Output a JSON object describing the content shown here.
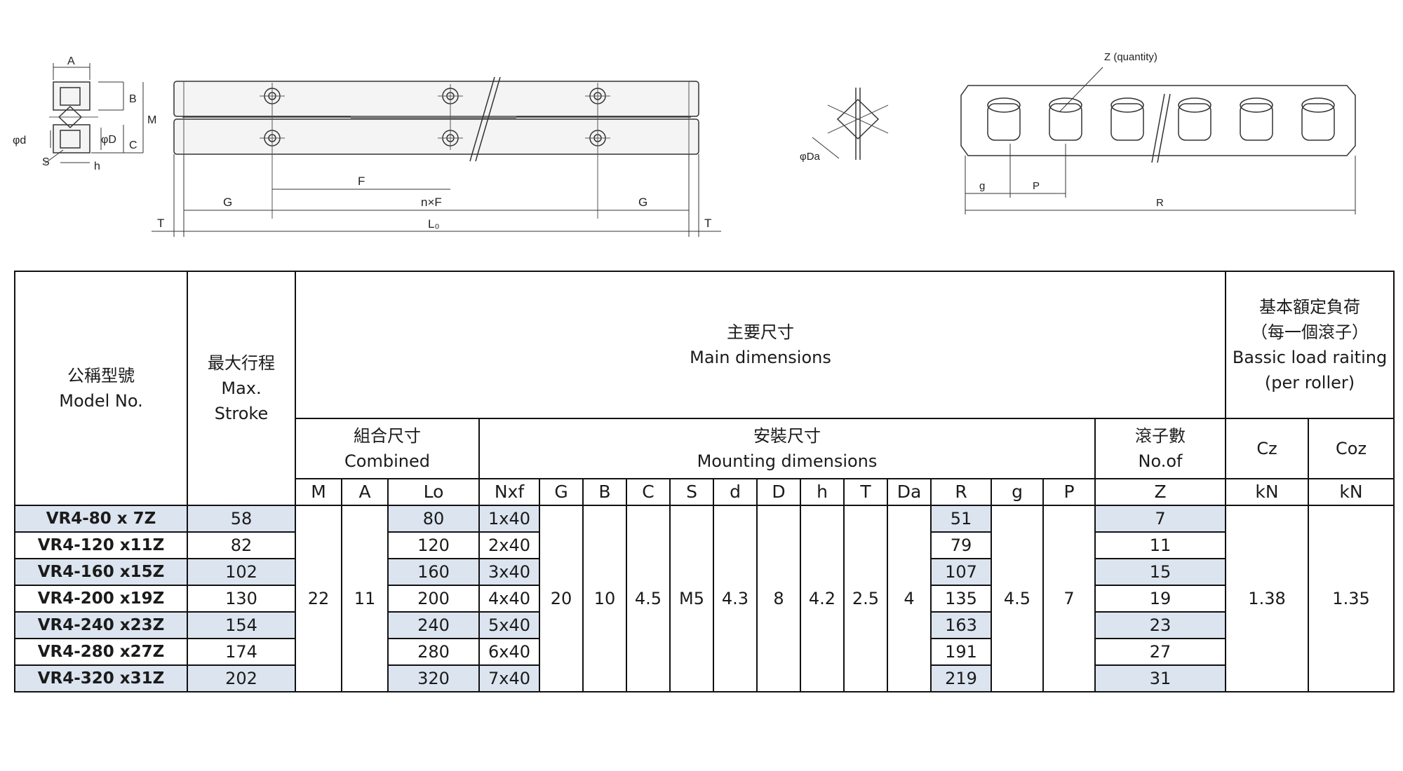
{
  "drawings": {
    "cross_section_labels": [
      "A",
      "B",
      "M",
      "C",
      "φd",
      "φD",
      "S",
      "h"
    ],
    "rail_labels": [
      "F",
      "G",
      "n×F",
      "G",
      "T",
      "L₀",
      "T"
    ],
    "roller_labels": [
      "φDa"
    ],
    "cage_labels": [
      "Z (quantity)",
      "g",
      "P",
      "R"
    ]
  },
  "table": {
    "header": {
      "model_zh": "公稱型號",
      "model_en": "Model No.",
      "stroke_zh": "最大行程",
      "stroke_en1": "Max.",
      "stroke_en2": "Stroke",
      "main_zh": "主要尺寸",
      "main_en": "Main dimensions",
      "load_zh1": "基本額定負荷",
      "load_zh2": "（每一個滾子）",
      "load_en1": "Bassic load raiting",
      "load_en2": "(per roller)",
      "combined_zh": "組合尺寸",
      "combined_en": "Combined",
      "mounting_zh": "安裝尺寸",
      "mounting_en": "Mounting dimensions",
      "rollers_zh": "滾子數",
      "rollers_en": "No.of",
      "cz": "Cz",
      "coz": "Coz"
    },
    "symbols": [
      "M",
      "A",
      "Lo",
      "Nxf",
      "G",
      "B",
      "C",
      "S",
      "d",
      "D",
      "h",
      "T",
      "Da",
      "R",
      "g",
      "P",
      "Z",
      "kN",
      "kN"
    ],
    "shared": {
      "M": "22",
      "A": "11",
      "G": "20",
      "B": "10",
      "C": "4.5",
      "S": "M5",
      "d": "4.3",
      "D": "8",
      "h": "4.2",
      "T": "2.5",
      "Da": "4",
      "g": "4.5",
      "P": "7",
      "Cz": "1.38",
      "Coz": "1.35"
    },
    "rows": [
      {
        "model": "VR4-80 x 7Z",
        "stroke": "58",
        "Lo": "80",
        "Nxf": "1x40",
        "R": "51",
        "Z": "7"
      },
      {
        "model": "VR4-120 x11Z",
        "stroke": "82",
        "Lo": "120",
        "Nxf": "2x40",
        "R": "79",
        "Z": "11"
      },
      {
        "model": "VR4-160 x15Z",
        "stroke": "102",
        "Lo": "160",
        "Nxf": "3x40",
        "R": "107",
        "Z": "15"
      },
      {
        "model": "VR4-200 x19Z",
        "stroke": "130",
        "Lo": "200",
        "Nxf": "4x40",
        "R": "135",
        "Z": "19"
      },
      {
        "model": "VR4-240 x23Z",
        "stroke": "154",
        "Lo": "240",
        "Nxf": "5x40",
        "R": "163",
        "Z": "23"
      },
      {
        "model": "VR4-280 x27Z",
        "stroke": "174",
        "Lo": "280",
        "Nxf": "6x40",
        "R": "191",
        "Z": "27"
      },
      {
        "model": "VR4-320 x31Z",
        "stroke": "202",
        "Lo": "320",
        "Nxf": "7x40",
        "R": "219",
        "Z": "31"
      }
    ],
    "highlight_color": "#dbe4ef"
  }
}
